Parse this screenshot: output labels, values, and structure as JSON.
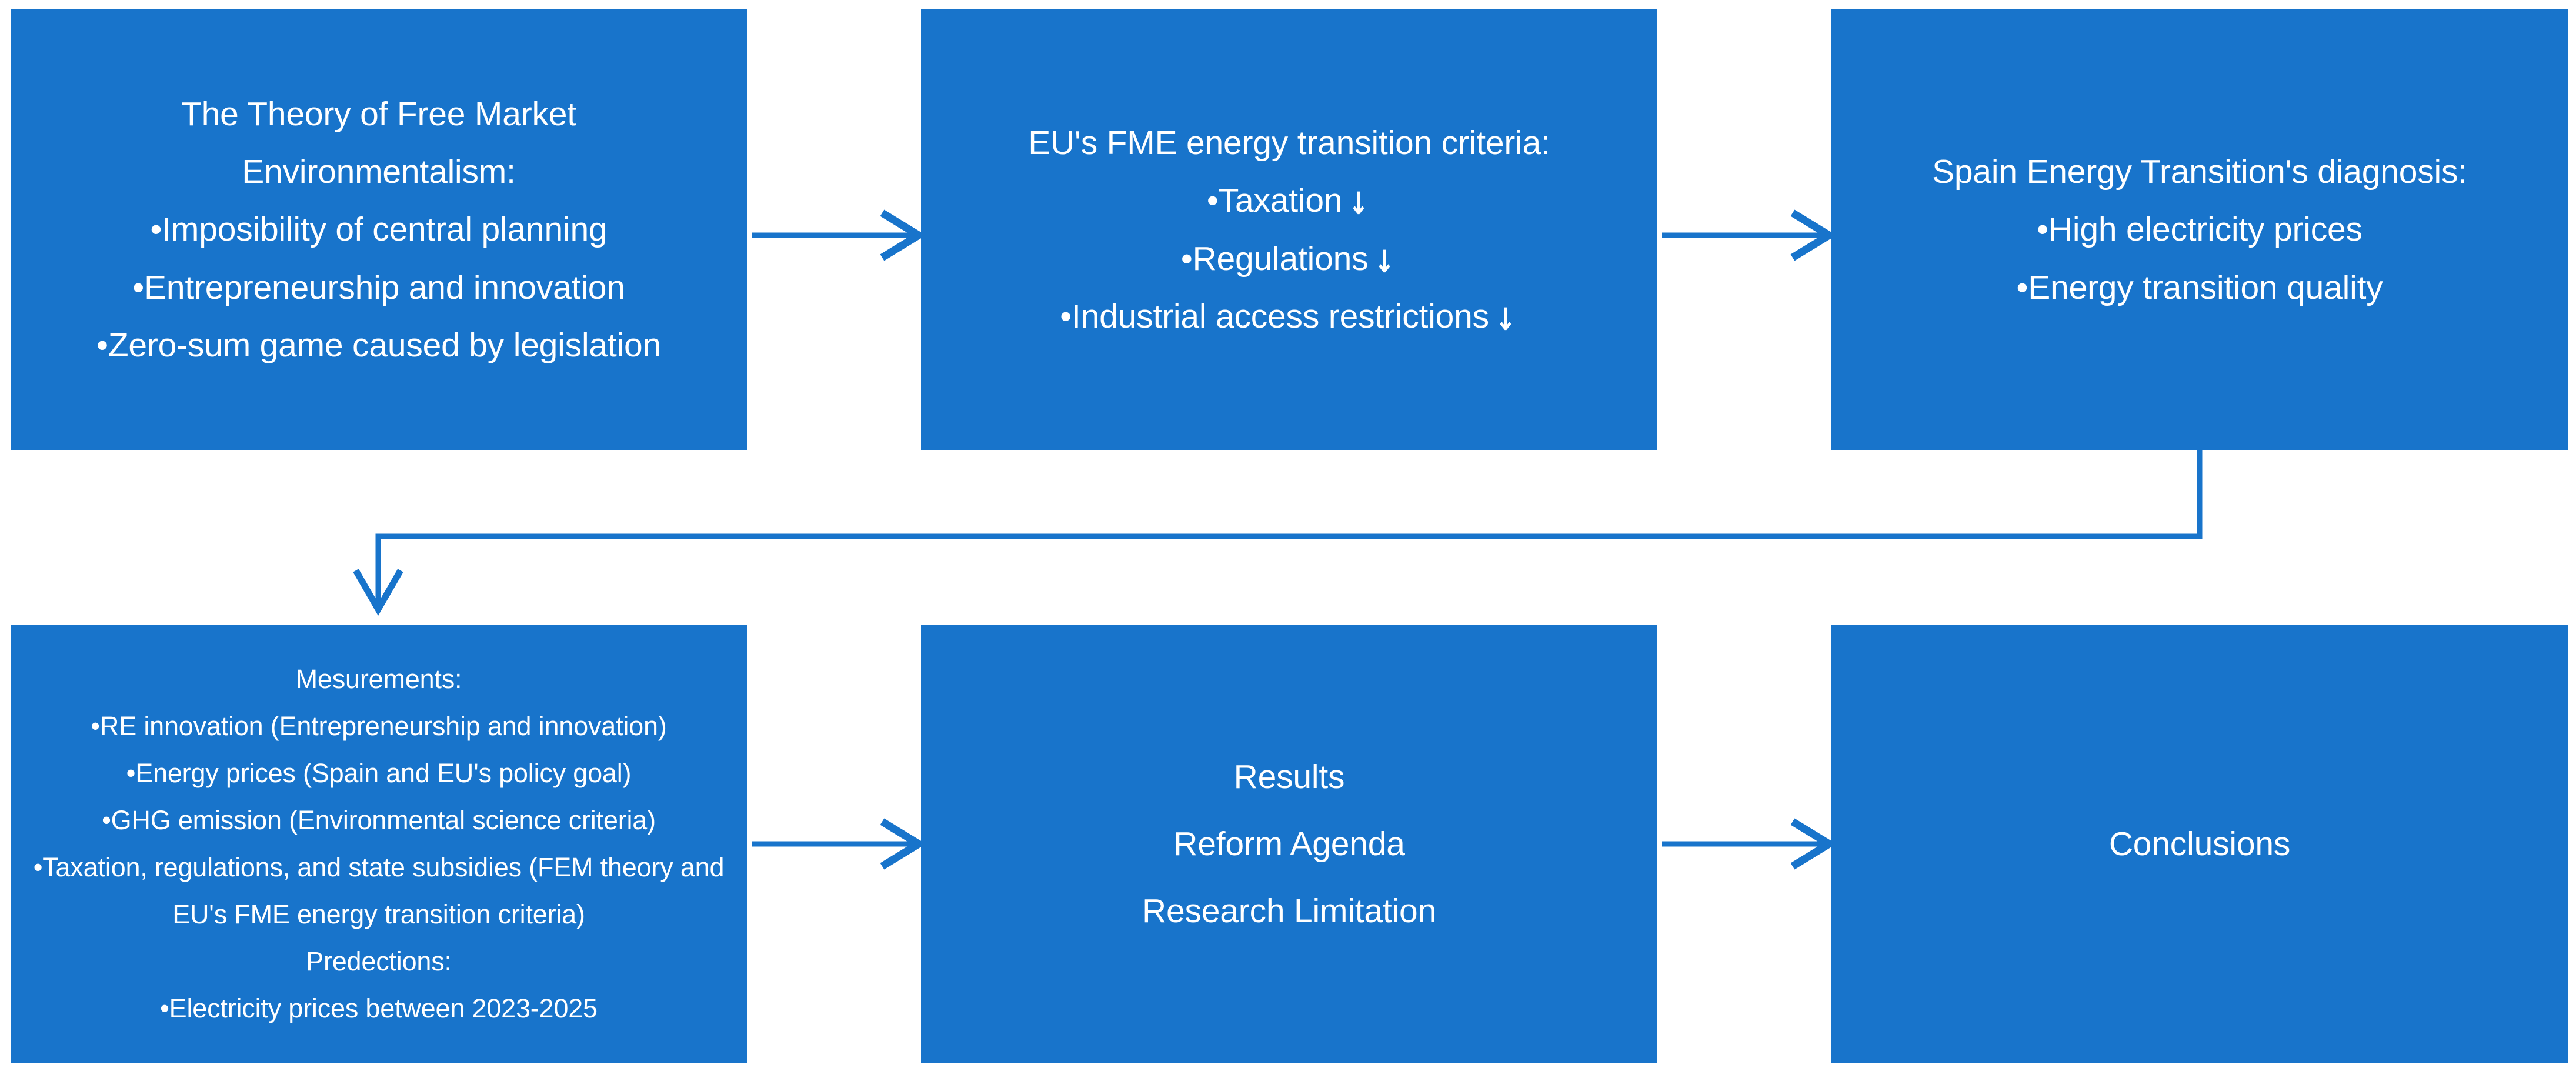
{
  "theme": {
    "box_fill": "#1874cb",
    "text_color": "#ffffff",
    "connector_color": "#1874cb",
    "page_background": "#ffffff"
  },
  "diagram": {
    "type": "process-flowchart",
    "title": "Free Market Environmentalism research framework",
    "rows": 2,
    "columns": 3
  },
  "boxes": {
    "theory": {
      "id": "box-1",
      "lines": [
        "The Theory of Free Market",
        "Environmentalism:",
        "•Imposibility of central planning",
        "•Entrepreneurship and innovation",
        "•Zero-sum game caused by legislation"
      ]
    },
    "criteria": {
      "id": "box-2",
      "lines": [
        "EU's FME energy transition criteria:",
        "•Taxation",
        "•Regulations",
        "•Industrial access restrictions"
      ],
      "down_arrow_glyph": "↓",
      "down_arrow_lines": [
        false,
        true,
        true,
        true
      ]
    },
    "diagnosis": {
      "id": "box-3",
      "lines": [
        "Spain Energy Transition's diagnosis:",
        "•High electricity prices",
        "•Energy transition quality"
      ]
    },
    "measurements": {
      "id": "box-4",
      "lines": [
        "Mesurements:",
        "•RE innovation (Entrepreneurship and innovation)",
        "•Energy prices (Spain and EU's policy goal)",
        "•GHG emission (Environmental science criteria)",
        "•Taxation, regulations, and state subsidies (FEM theory and EU's FME energy transition criteria)",
        "Predections:",
        "•Electricity prices between 2023-2025"
      ]
    },
    "results": {
      "id": "box-5",
      "lines": [
        "Results",
        "Reform Agenda",
        "Research Limitation"
      ]
    },
    "conclusions": {
      "id": "box-6",
      "lines": [
        "Conclusions"
      ]
    }
  },
  "connectors": {
    "theory_to_criteria": {
      "label": "",
      "direction": "right"
    },
    "criteria_to_diagnosis": {
      "label": "",
      "direction": "right"
    },
    "diagnosis_to_measurements": {
      "label": "",
      "direction": "down-left-down"
    },
    "measurements_to_results": {
      "label": "",
      "direction": "right"
    },
    "results_to_conclusions": {
      "label": "",
      "direction": "right"
    }
  }
}
